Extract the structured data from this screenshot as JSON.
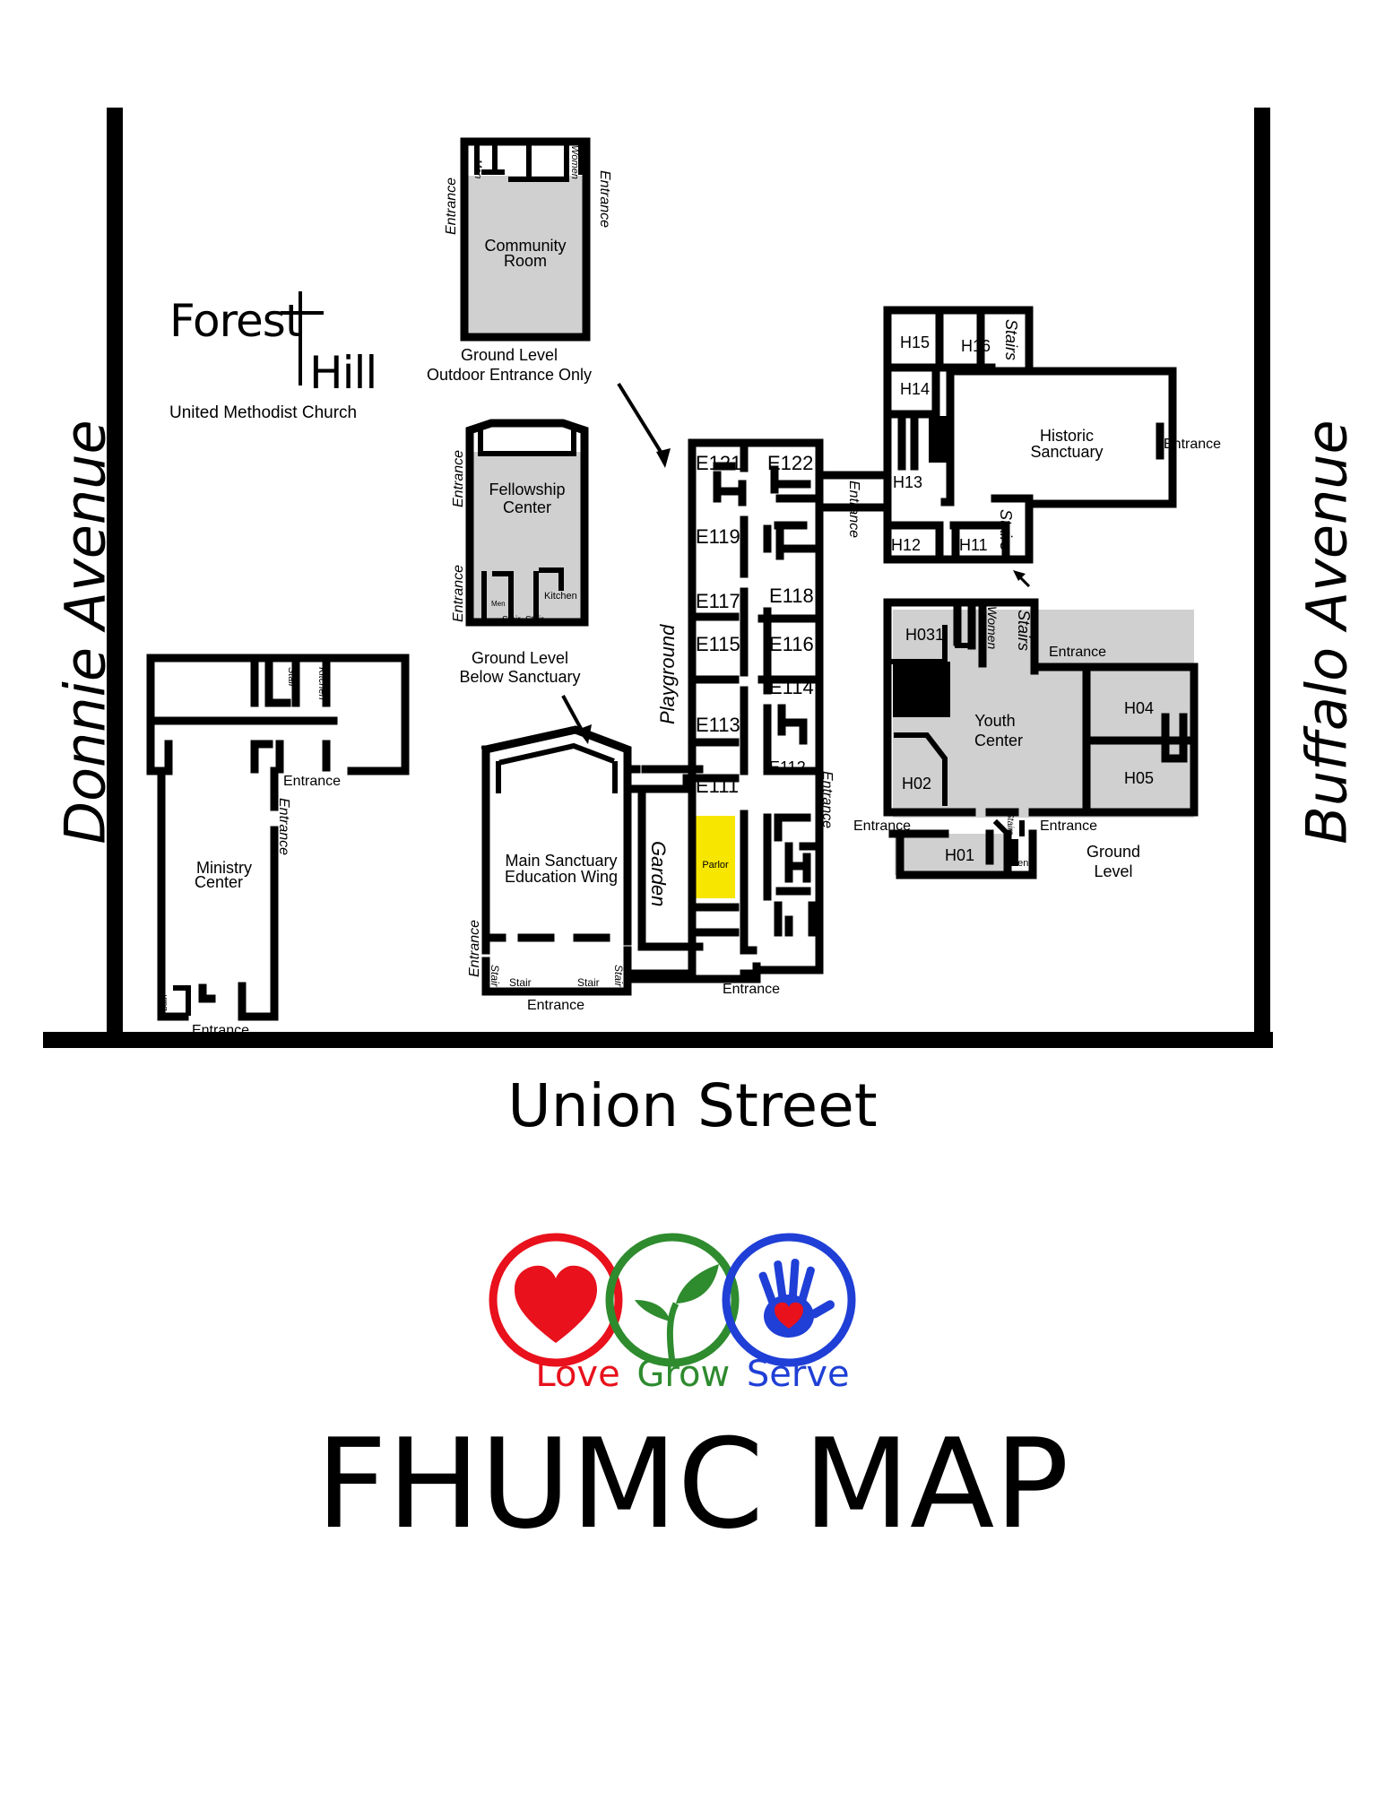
{
  "streets": {
    "south": "Union Street",
    "west": "Donnie Avenue",
    "east": "Buffalo Avenue"
  },
  "church_logo": {
    "word1": "Forest",
    "word2": "Hill",
    "subtitle": "United Methodist Church"
  },
  "buildings": {
    "community_room": {
      "name_line1": "Community",
      "name_line2": "Room",
      "restroom_men": "Men",
      "restroom_women": "Women",
      "entrance_left": "Entrance",
      "entrance_right": "Entrance"
    },
    "community_note": {
      "line1": "Ground Level",
      "line2": "Outdoor Entrance Only"
    },
    "fellowship": {
      "name_line1": "Fellowship",
      "name_line2": "Center",
      "kitchen": "Kitchen",
      "men": "Men",
      "stair_a": "Stair",
      "stair_b": "Stair",
      "entrance_top": "Entrance",
      "entrance_bottom": "Entrance"
    },
    "sanctuary_note": {
      "line1": "Ground Level",
      "line2": "Below Sanctuary"
    },
    "ministry": {
      "name_line1": "Ministry",
      "name_line2": "Center",
      "bath": "Bath",
      "stair": "Stair",
      "kitchen": "Kitchen",
      "entrance_right": "Entrance",
      "entrance_right_vertical": "Entrance",
      "entrance_bottom": "Entrance",
      "small_label": "Bath"
    },
    "main_sanctuary": {
      "name_line1": "Main  Sanctuary",
      "name_line2": "Education Wing",
      "garden": "Garden",
      "entrance_left": "Entrance",
      "stair_left_v": "Stair",
      "stair_left": "Stair",
      "stair_right": "Stair",
      "stair_right_v": "Stair",
      "entrance_bottom": "Entrance"
    },
    "education_wing": {
      "playground": "Playground",
      "rooms": [
        "E121",
        "E122",
        "E119",
        "E117",
        "E118",
        "E115",
        "E116",
        "E114",
        "E113",
        "E112",
        "E111"
      ],
      "parlor": "Parlor",
      "entrance_bottom": "Entrance",
      "entrance_right": "Entrance",
      "entrance_connector": "Entrance"
    },
    "historic": {
      "name_line1": "Historic",
      "name_line2": "Sanctuary",
      "entrance": "Entrance",
      "rooms": [
        "H15",
        "H16",
        "H14",
        "H13",
        "H12",
        "H11"
      ],
      "stairs_top": "Stairs",
      "stairs_bottom": "Stairs"
    },
    "youth": {
      "name_line1": "Youth",
      "name_line2": "Center",
      "rooms": [
        "H031",
        "H04",
        "H05",
        "H02",
        "H01"
      ],
      "women": "Women",
      "stairs": "Stairs",
      "stairs_small": "Stairs",
      "men": "Men",
      "entrance_top": "Entrance",
      "entrance_left": "Entrance",
      "entrance_bottom": "Entrance",
      "level_line1": "Ground",
      "level_line2": "Level"
    }
  },
  "motto": {
    "love": "Love",
    "grow": "Grow",
    "serve": "Serve"
  },
  "title": "FHUMC MAP",
  "colors": {
    "love": "#e8111c",
    "grow": "#2e8b2e",
    "serve": "#1f3fd6",
    "parlor": "#f7e600",
    "room_fill": "#d0d0d0"
  },
  "icons": [
    "heart-icon",
    "sprout-icon",
    "hand-icon"
  ]
}
